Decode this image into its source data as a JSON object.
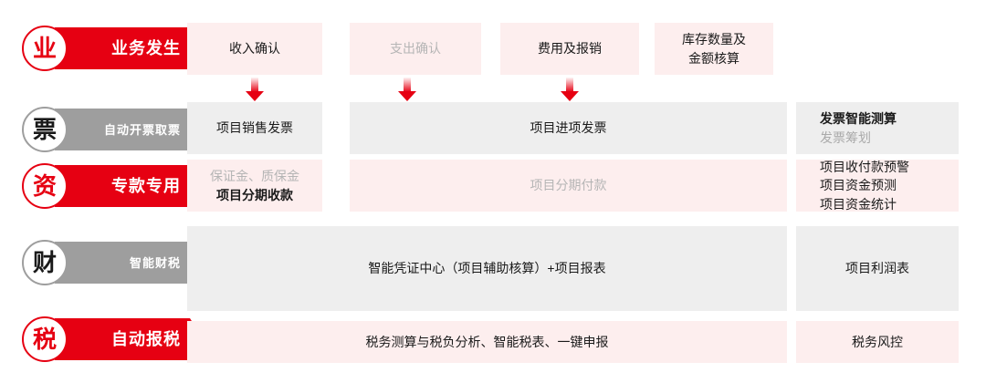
{
  "theme": {
    "red": "#e60012",
    "gray": "#9e9e9e",
    "pink_fill": "#fdeeee",
    "gray_fill": "#eeeeee",
    "muted_text": "#b5b5b5",
    "body_text": "#1a1a1a"
  },
  "stages": [
    {
      "badge": "业",
      "label": "业务发生",
      "color": "red",
      "label_size": "big"
    },
    {
      "badge": "票",
      "label": "自动开票取票",
      "color": "gray",
      "label_size": "small"
    },
    {
      "badge": "资",
      "label": "专款专用",
      "color": "red",
      "label_size": "big"
    },
    {
      "badge": "财",
      "label": "智能财税",
      "color": "gray",
      "label_size": "small"
    },
    {
      "badge": "税",
      "label": "自动报税",
      "color": "red",
      "label_size": "big"
    }
  ],
  "row_business": {
    "boxes": [
      {
        "lines": [
          {
            "text": "收入确认",
            "style": "normal"
          }
        ]
      },
      {
        "lines": [
          {
            "text": "支出确认",
            "style": "muted"
          }
        ]
      },
      {
        "lines": [
          {
            "text": "费用及报销",
            "style": "normal"
          }
        ]
      },
      {
        "lines": [
          {
            "text": "库存数量及",
            "style": "normal"
          },
          {
            "text": "金额核算",
            "style": "normal"
          }
        ]
      }
    ]
  },
  "row_invoice": {
    "boxes": [
      {
        "lines": [
          {
            "text": "项目销售发票",
            "style": "normal"
          }
        ]
      },
      {
        "lines": [
          {
            "text": "项目进项发票",
            "style": "normal"
          }
        ]
      }
    ],
    "side": {
      "lines": [
        {
          "text": "发票智能测算",
          "style": "strong"
        },
        {
          "text": "发票筹划",
          "style": "dim"
        }
      ]
    }
  },
  "row_funds": {
    "boxes": [
      {
        "lines": [
          {
            "text": "保证金、质保金",
            "style": "muted"
          },
          {
            "text": "项目分期收款",
            "style": "strong"
          }
        ]
      },
      {
        "lines": [
          {
            "text": "项目分期付款",
            "style": "muted"
          }
        ]
      }
    ],
    "side": {
      "lines": [
        {
          "text": "项目收付款预警",
          "style": "normal"
        },
        {
          "text": "项目资金预测",
          "style": "normal"
        },
        {
          "text": "项目资金统计",
          "style": "normal"
        }
      ]
    }
  },
  "row_finance": {
    "main": {
      "lines": [
        {
          "text": "智能凭证中心（项目辅助核算）+项目报表",
          "style": "normal"
        }
      ]
    },
    "side": {
      "lines": [
        {
          "text": "项目利润表",
          "style": "normal"
        }
      ]
    }
  },
  "row_tax": {
    "main": {
      "lines": [
        {
          "text": "税务测算与税负分析、智能税表、一键申报",
          "style": "normal"
        }
      ]
    },
    "side": {
      "lines": [
        {
          "text": "税务风控",
          "style": "normal"
        }
      ]
    }
  },
  "arrows": [
    {
      "name": "arrow-income-to-sales-invoice"
    },
    {
      "name": "arrow-expense-to-input-invoice"
    },
    {
      "name": "arrow-expense-reimbursement-to-input-invoice"
    }
  ]
}
